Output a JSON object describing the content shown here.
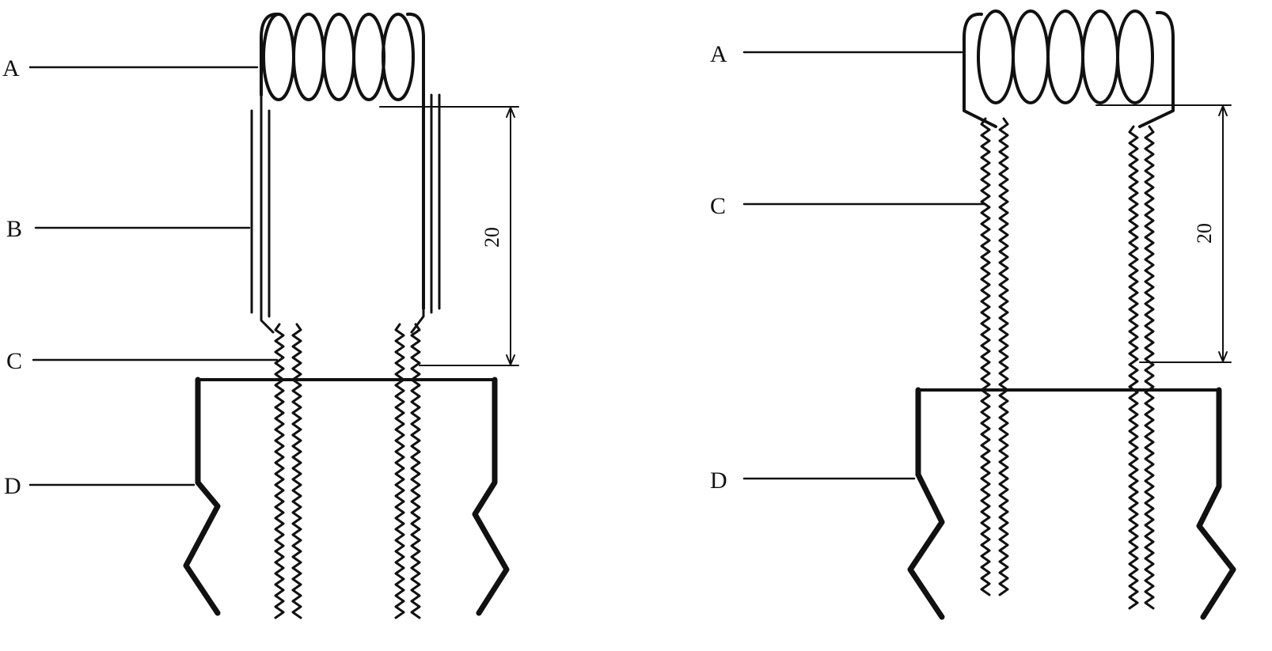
{
  "colors": {
    "ink": "#111111",
    "background": "#ffffff"
  },
  "left_figure": {
    "labels": {
      "a": "A",
      "b": "B",
      "c": "C",
      "d": "D"
    },
    "dimension": "20"
  },
  "right_figure": {
    "labels": {
      "a": "A",
      "c": "C",
      "d": "D"
    },
    "dimension": "20"
  }
}
